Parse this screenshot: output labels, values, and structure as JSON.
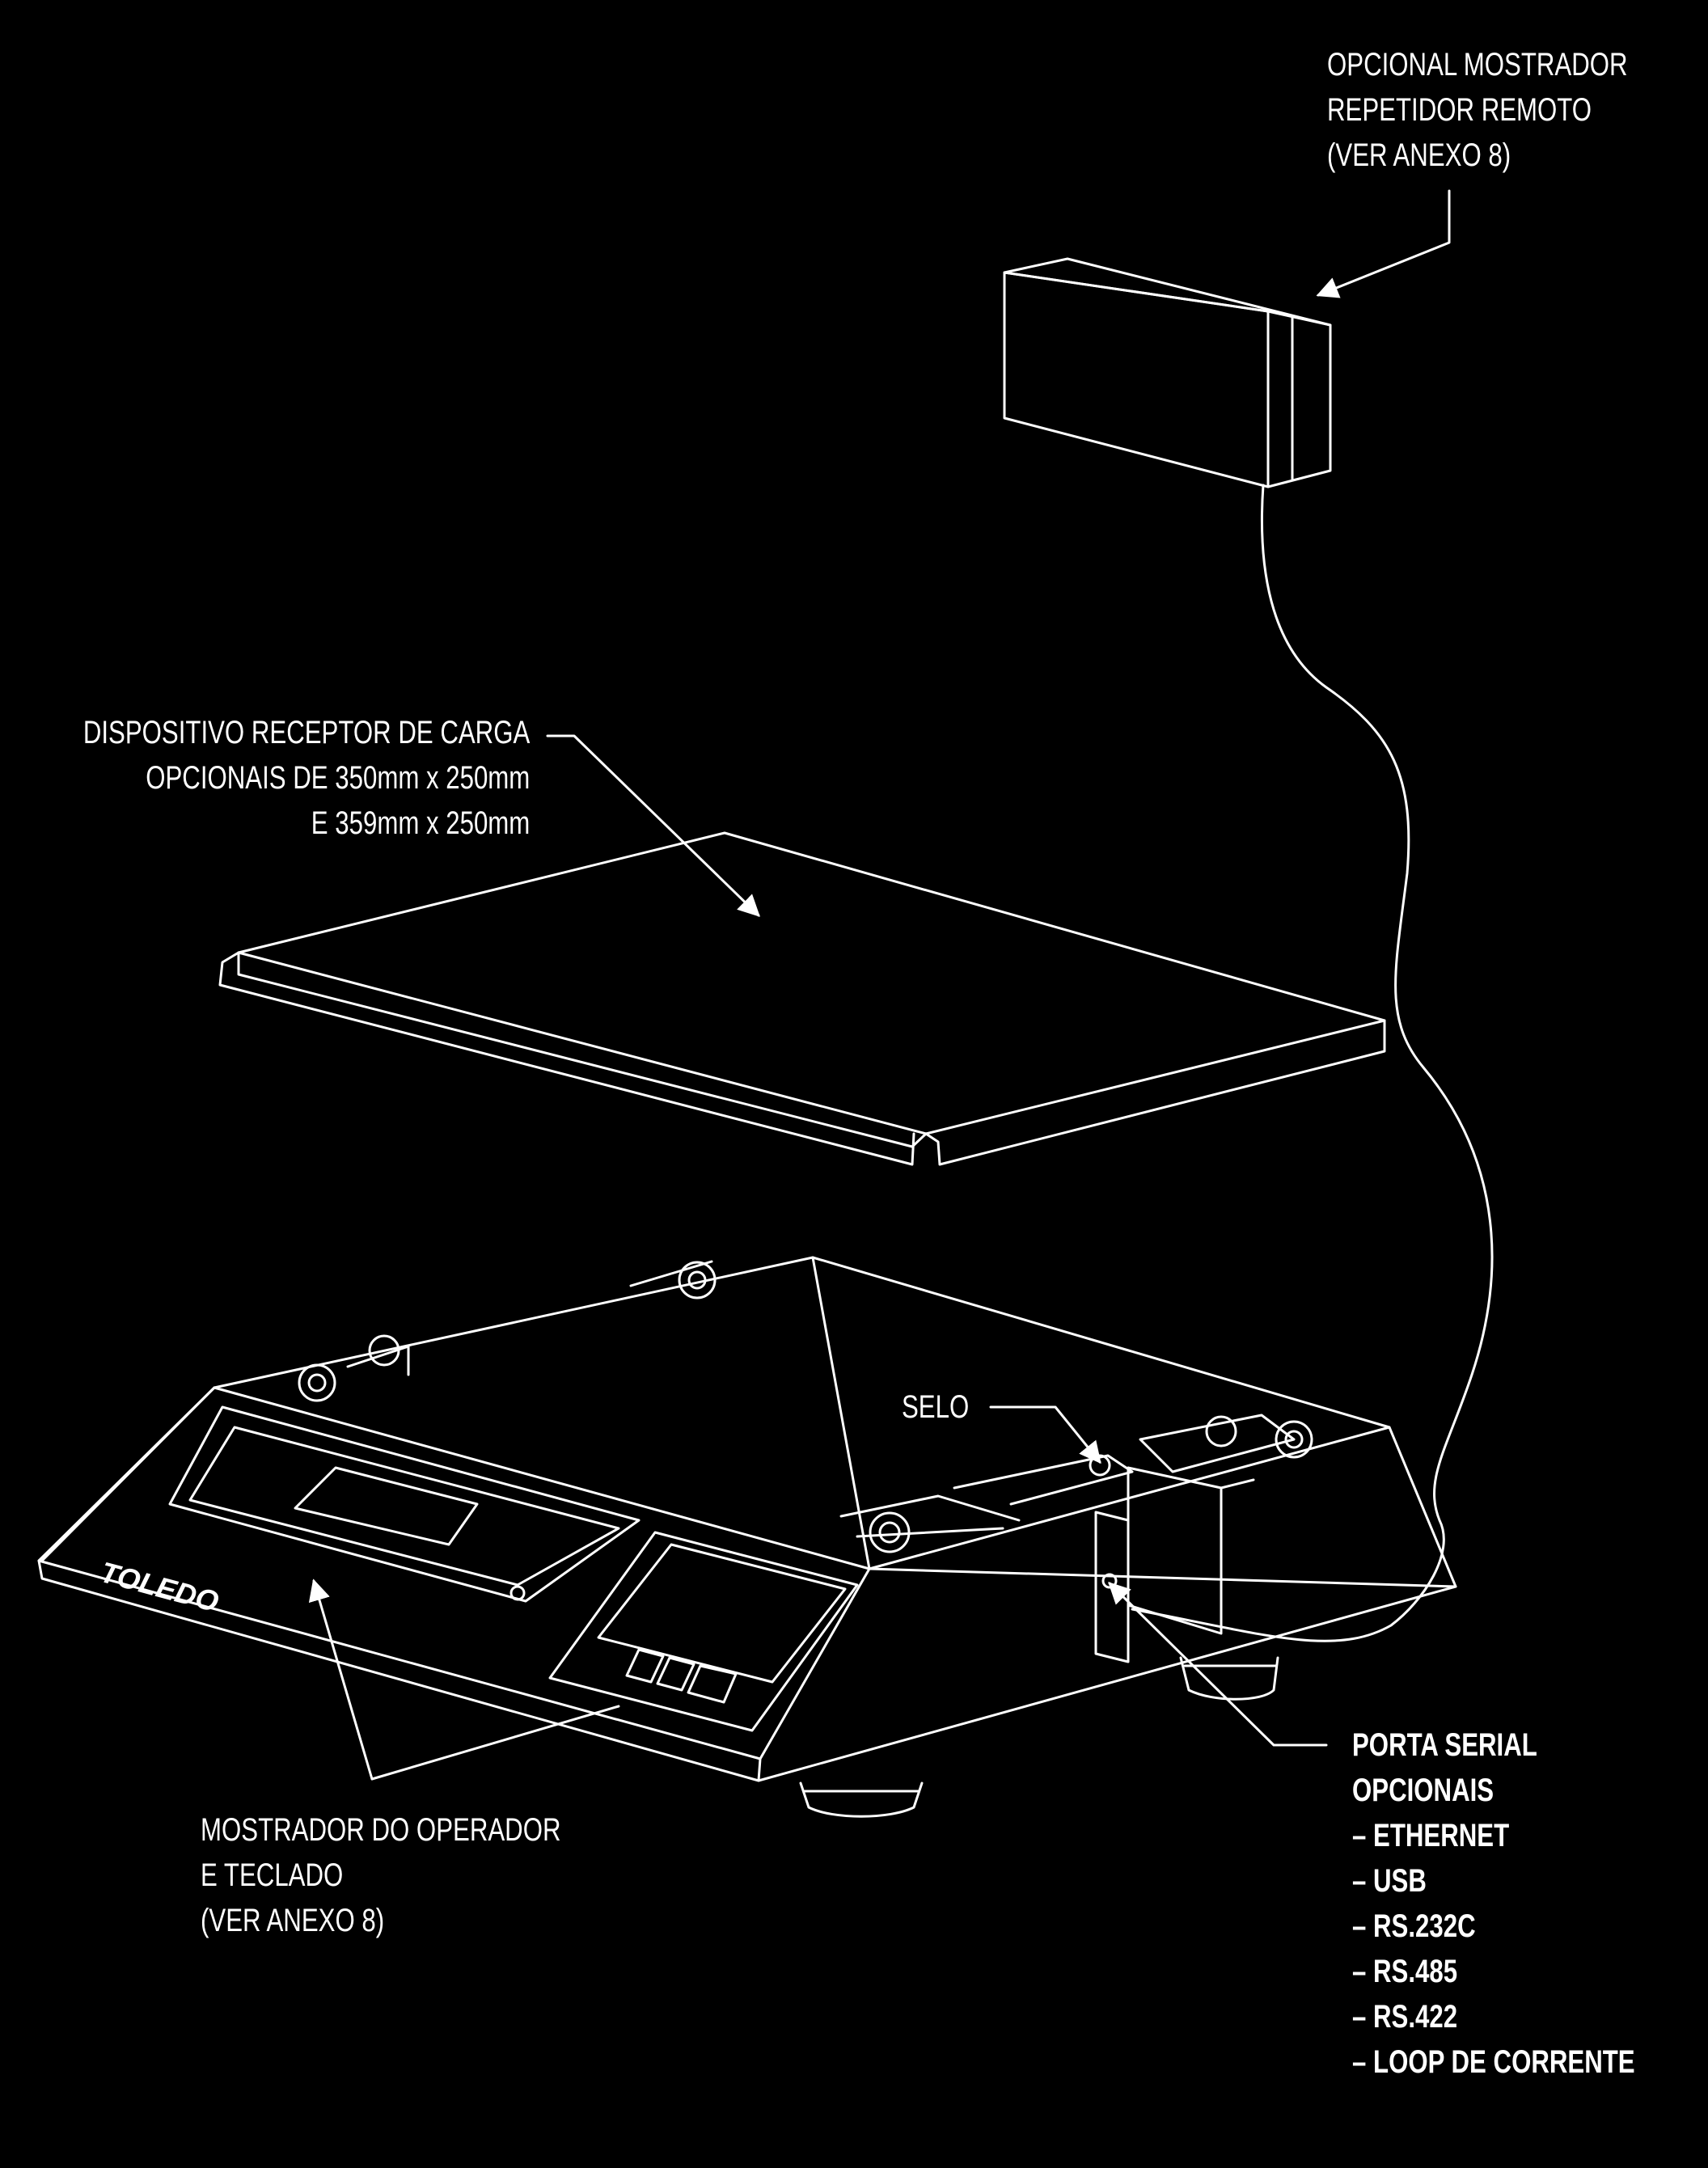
{
  "labels": {
    "remote_display": [
      "OPCIONAL MOSTRADOR",
      "REPETIDOR REMOTO",
      "(VER ANEXO 8)"
    ],
    "platform": [
      "DISPOSITIVO RECEPTOR DE CARGA",
      "OPCIONAIS DE 350mm x 250mm",
      "E 359mm x 250mm"
    ],
    "seal": "SELO",
    "operator_display": [
      "MOSTRADOR DO OPERADOR",
      "E TECLADO",
      "(VER ANEXO 8)"
    ],
    "serial_port": {
      "title": [
        "PORTA SERIAL",
        "OPCIONAIS"
      ],
      "options": [
        "– ETHERNET",
        "– USB",
        "– RS.232C",
        "– RS.485",
        "– RS.422",
        "– LOOP DE CORRENTE"
      ]
    }
  },
  "brand": "TOLEDO",
  "colors": {
    "background": "#000000",
    "line": "#ffffff"
  }
}
